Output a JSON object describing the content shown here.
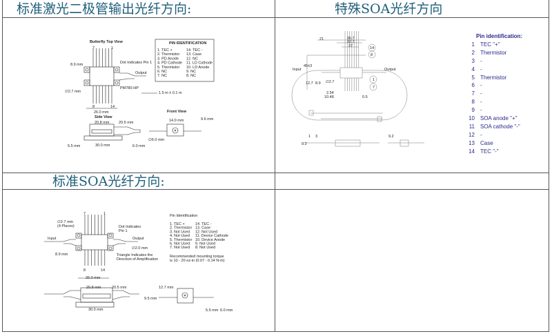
{
  "sections": {
    "top_left_title": "标准激光二极管输出光纤方向:",
    "top_right_title": "特殊SOA光纤方向",
    "bottom_left_title": "标准SOA光纤方向:"
  },
  "laser_diagram": {
    "top_view_label": "Butterfly Top View",
    "pin7": "7",
    "pin1": "1",
    "pin8": "8",
    "pin14": "14",
    "dim_89": "8.9 mm",
    "dot_label": "Dot Indicates Pin 1",
    "output": "Output",
    "dia_27": "∅2.7 mm",
    "model": "PM780-HP",
    "fiber_len": "1.5 m ± 0.1 m",
    "width_26": "26.0 mm",
    "side_view": "Side View",
    "dim_208": "20.8 mm",
    "dim_205": "20.5 mm",
    "dim_55": "5.5 mm",
    "dim_30": "30.0 mm",
    "dim_60": "6.0 mm",
    "front_view": "Front View",
    "dim_14": "14.0 mm",
    "dim_96": "9.6 mm",
    "dia_6": "∅6.0 mm",
    "pin_id_header": "PIN IDENTIFICATION",
    "pins_left": [
      "1.  TEC +",
      "2.  Thermistor",
      "3.  PD Anode",
      "4.  PD Cathode",
      "5.  Thermistor",
      "6.  NC",
      "7.  NC"
    ],
    "pins_right": [
      "14.  TEC -",
      "13.  Case",
      "12.  NC",
      "11.  LD Cathode",
      "10.  LD Anode",
      "9.  NC",
      "8.  NC"
    ]
  },
  "special_soa": {
    "dims": [
      "21",
      "36.7",
      "32.7",
      "27",
      "45±3",
      "12.7",
      "8.9",
      "∅2.7",
      "2.54",
      "10.48",
      "0.5",
      "9.2",
      "1",
      "3",
      "9.2"
    ],
    "callouts": [
      "14",
      "8",
      "1",
      "7"
    ],
    "input": "Input",
    "output": "Output",
    "pin_header": "Pin identification:",
    "pins": [
      {
        "n": "1",
        "label": "TEC \"+\""
      },
      {
        "n": "2",
        "label": "Thermistor"
      },
      {
        "n": "3",
        "label": "-"
      },
      {
        "n": "4",
        "label": "-"
      },
      {
        "n": "5",
        "label": "Thermistor"
      },
      {
        "n": "6",
        "label": "-"
      },
      {
        "n": "7",
        "label": "-"
      },
      {
        "n": "8",
        "label": "-"
      },
      {
        "n": "9",
        "label": "-"
      },
      {
        "n": "10",
        "label": "SOA anode \"+\""
      },
      {
        "n": "11",
        "label": "SOA cathode \"-\""
      },
      {
        "n": "12",
        "label": "-"
      },
      {
        "n": "13",
        "label": "Case"
      },
      {
        "n": "14",
        "label": "TEC \"-\""
      }
    ]
  },
  "std_soa": {
    "pin7": "7",
    "pin1": "1",
    "pin8": "8",
    "pin14": "14",
    "dia_27": "∅2.7 mm",
    "places": "(4 Places)",
    "dot_label1": "Dot Indicates",
    "dot_label2": "Pin 1",
    "input": "Input",
    "output": "Output",
    "dia_2": "∅2.0 mm",
    "dim_89": "8.9 mm",
    "triangle1": "Triangle Indicates the",
    "triangle2": "Direction of Amplification",
    "width_26": "26.0 mm",
    "dim_208": "20.8 mm",
    "dim_205": "20.5 mm",
    "dim_30": "30.0 mm",
    "dim_127": "12.7 mm",
    "dim_95": "9.5 mm",
    "dim_55": "5.5 mm",
    "dim_60": "6.0 mm",
    "pin_id_header": "Pin Identification",
    "pins_left": [
      "1.  TEC +",
      "2.  Thermistor",
      "3.  Not Used",
      "4.  Not Used",
      "5.  Thermistor",
      "6.  Not Used",
      "7.  Not Used"
    ],
    "pins_right": [
      "14.  TEC -",
      "13.  Case",
      "12.  Not Used",
      "11.  Device Cathode",
      "10.  Device Anode",
      "9.  Not Used",
      "8.  Not Used"
    ],
    "torque1": "Recommended mounting torque",
    "torque2": "is 10 - 20 oz-in (0.07 - 0.14 N-m)"
  }
}
